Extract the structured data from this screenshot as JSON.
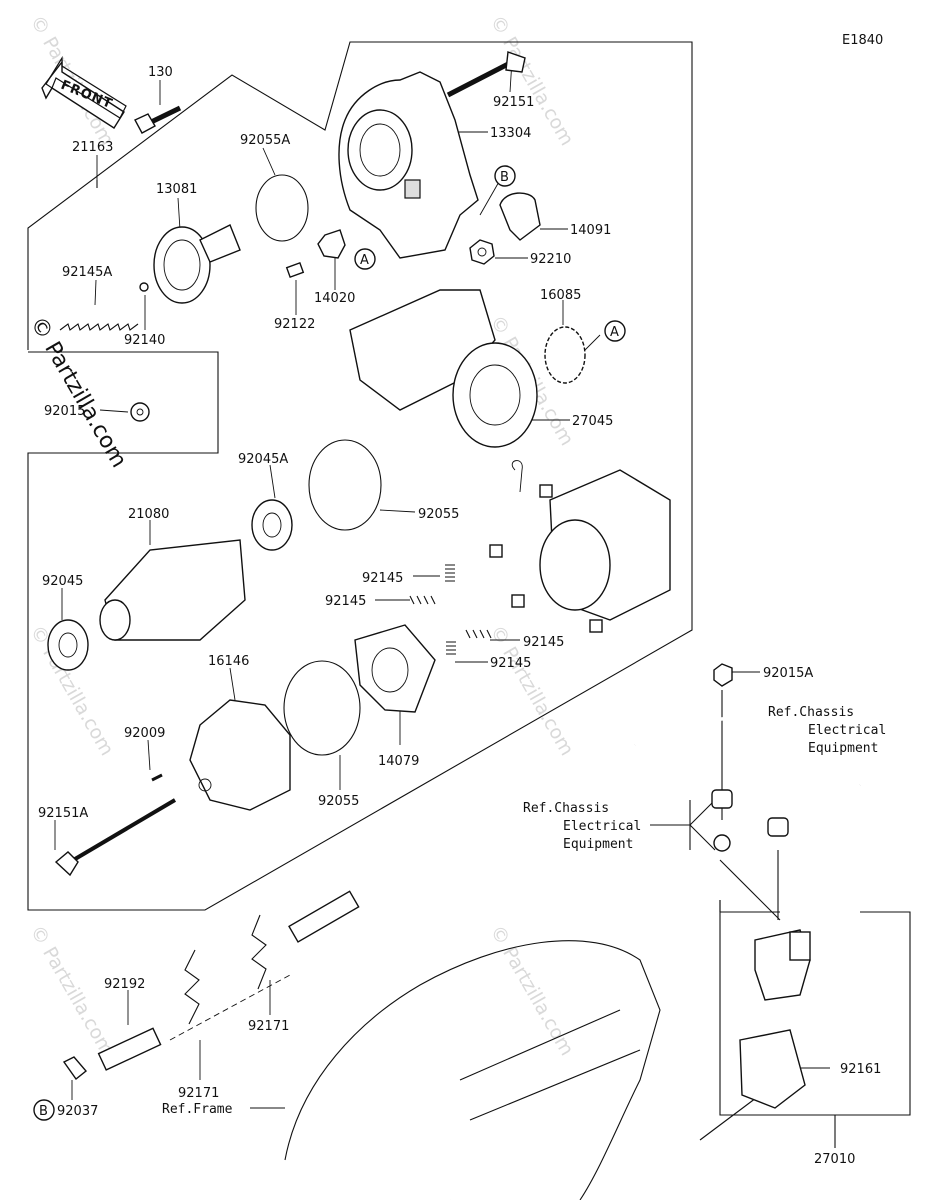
{
  "diagram_code": "E1840",
  "front_arrow_label": "FRONT",
  "watermark": "© Partzilla.com",
  "parts": {
    "p130": "130",
    "p21163": "21163",
    "p92055A": "92055A",
    "p13081": "13081",
    "p92145A": "92145A",
    "p92140": "92140",
    "p92015": "92015",
    "p92151": "92151",
    "p13304": "13304",
    "p14091": "14091",
    "p92210": "92210",
    "p14020": "14020",
    "p92122": "92122",
    "p16085": "16085",
    "p27045": "27045",
    "p92045A": "92045A",
    "p21080": "21080",
    "p92055_a": "92055",
    "p92045": "92045",
    "p92145_a": "92145",
    "p92145_b": "92145",
    "p92145_c": "92145",
    "p92145_d": "92145",
    "p16146": "16146",
    "p92009": "92009",
    "p14079": "14079",
    "p92055_b": "92055",
    "p92151A": "92151A",
    "p92015A": "92015A",
    "p92192": "92192",
    "p92171_a": "92171",
    "p92171_b": "92171",
    "p92037": "92037",
    "p92161": "92161",
    "p27010": "27010"
  },
  "callouts": {
    "A1": "A",
    "A2": "A",
    "B1": "B",
    "B2": "B"
  },
  "references": {
    "chassis_1_line1": "Ref.Chassis",
    "chassis_1_line2": "Electrical",
    "chassis_1_line3": "Equipment",
    "chassis_2_line1": "Ref.Chassis",
    "chassis_2_line2": "Electrical",
    "chassis_2_line3": "Equipment",
    "frame": "Ref.Frame"
  }
}
